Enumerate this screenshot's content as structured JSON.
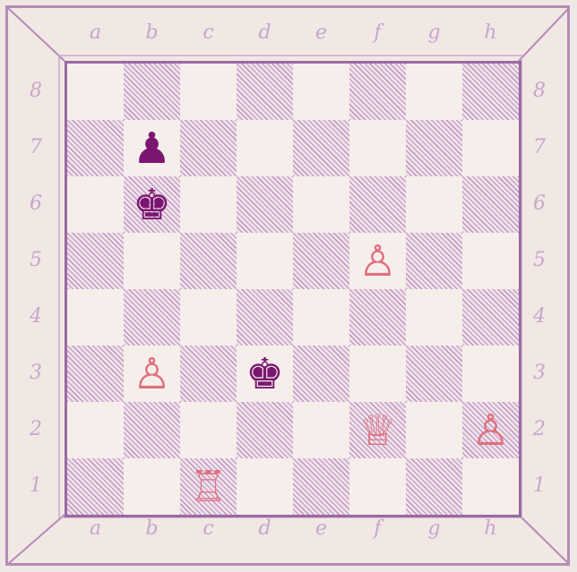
{
  "board": {
    "files": [
      "a",
      "b",
      "c",
      "d",
      "e",
      "f",
      "g",
      "h"
    ],
    "ranks": [
      "8",
      "7",
      "6",
      "5",
      "4",
      "3",
      "2",
      "1"
    ],
    "pieces": [
      {
        "square": "b7",
        "piece": "pawn",
        "color": "black",
        "glyph": "♟"
      },
      {
        "square": "b6",
        "piece": "king",
        "color": "black",
        "glyph": "♚"
      },
      {
        "square": "f5",
        "piece": "pawn",
        "color": "white",
        "glyph": "♙"
      },
      {
        "square": "b3",
        "piece": "pawn",
        "color": "white",
        "glyph": "♙"
      },
      {
        "square": "d3",
        "piece": "king",
        "color": "black",
        "glyph": "♚"
      },
      {
        "square": "f2",
        "piece": "queen",
        "color": "white",
        "glyph": "♕"
      },
      {
        "square": "h2",
        "piece": "pawn",
        "color": "white",
        "glyph": "♙"
      },
      {
        "square": "c1",
        "piece": "rook",
        "color": "white",
        "glyph": "♖"
      }
    ]
  },
  "colors": {
    "white_piece": "#e0707e",
    "black_piece": "#7a1670",
    "frame": "#b48cb8",
    "hatch": "#9650a5"
  }
}
